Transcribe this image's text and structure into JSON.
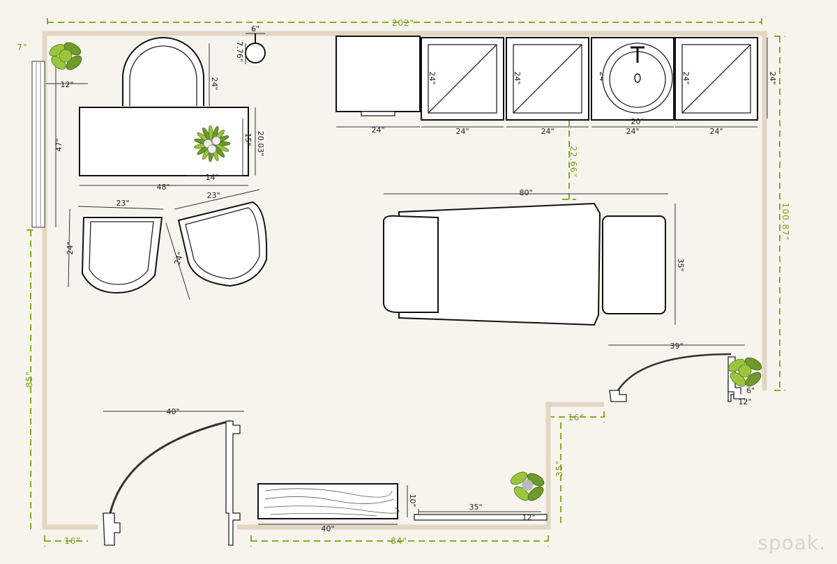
{
  "watermark": "spoak.",
  "dimensions": {
    "overall_width": "202\"",
    "overall_depth": "100.87\"",
    "left_corner": "7\"",
    "left_wall": "85\"",
    "bottom_left": "16\"",
    "bottom_mid": "84\"",
    "inner_step_width": "16\"",
    "inner_step_depth": "35\"",
    "window_depth": "12\"",
    "window_length": "47\"",
    "sconce_width": "6\"",
    "sconce_depth": "7.76\"",
    "chair_back_depth": "24\"",
    "desk_width": "48\"",
    "desk_depth": "20.03\"",
    "desk_inner_a": "15\"",
    "desk_inner_b": "14\"",
    "chair_left_width": "23\"",
    "chair_left_depth": "24\"",
    "chair_right_width": "23\"",
    "chair_right_depth": "24\"",
    "cabinet_width": "24\"",
    "cabinet_depth": "24\"",
    "sink_basin": "20\"",
    "cabinet_gap": "22.66\"",
    "table_length": "80\"",
    "table_width": "35\"",
    "door_right_width": "39\"",
    "door_left_width": "40\"",
    "plant_right_a": "6\"",
    "plant_right_b": "12\"",
    "bench_length": "40\"",
    "bench_depth": "10\"",
    "shelf_length": "35\"",
    "shelf_depth": "12\""
  },
  "cabinet_labels": [
    "24\"",
    "24\"",
    "24\"",
    "24\""
  ],
  "cabinet_bottom_labels": [
    "24\"",
    "24\"",
    "24\"",
    "24\"",
    "24\""
  ]
}
